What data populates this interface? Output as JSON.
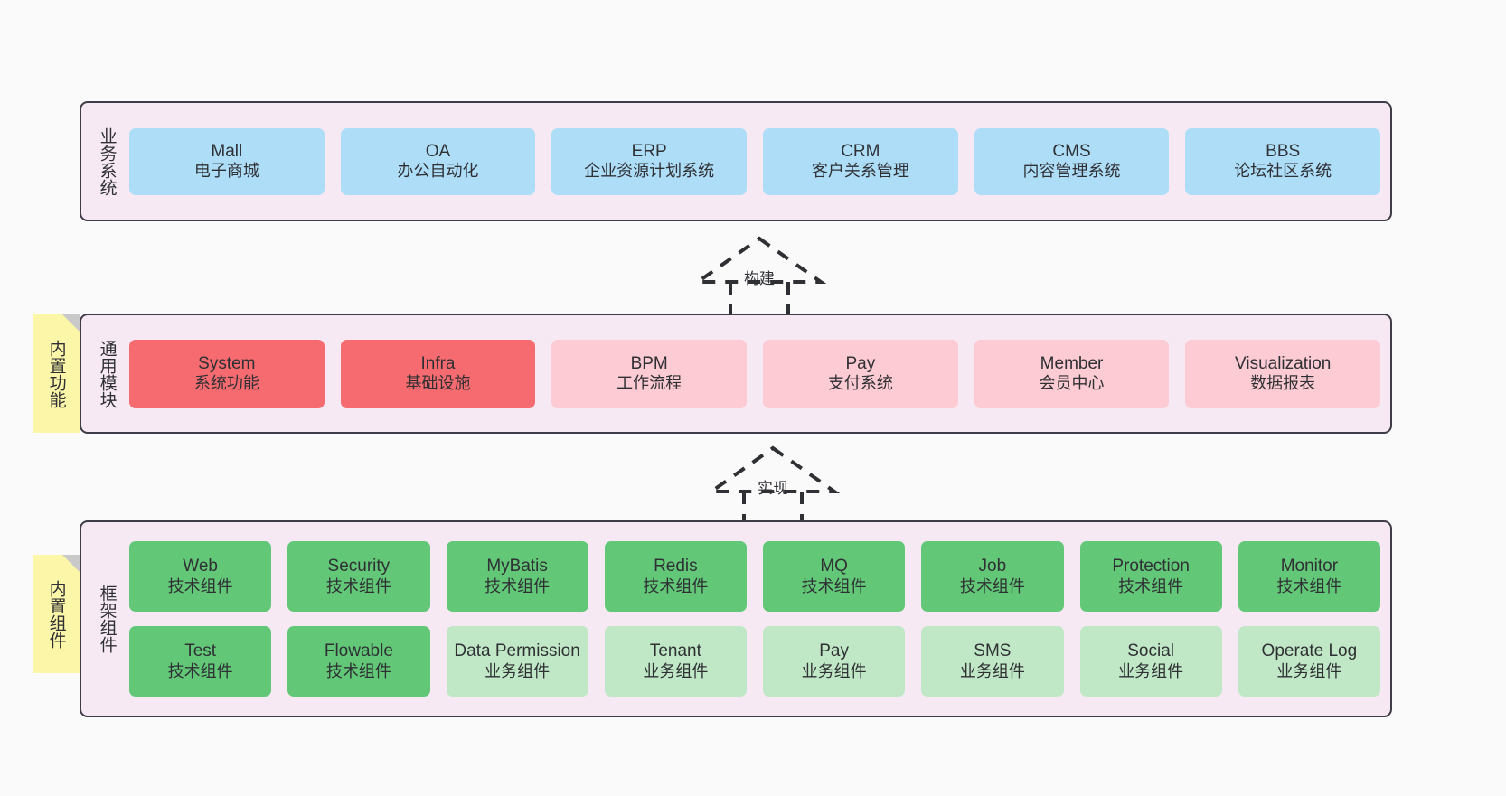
{
  "diagram": {
    "title": "ruoyi-vue-pro architecture layers",
    "palette": {
      "canvas_bg": "#fafafa",
      "layer_bg": "#f6e9f3",
      "layer_border": "#3f3b47",
      "blue": "#aeddf8",
      "red": "#f66b70",
      "pink": "#fccbd3",
      "green": "#62c878",
      "light_green": "#c0e8c6",
      "sticky_yellow": "#fbf6a8",
      "text": "#2f3034"
    }
  },
  "layers": [
    {
      "id": "business",
      "title": "业务系统",
      "sticky": null,
      "rows": [
        {
          "cards": [
            {
              "en": "Mall",
              "cn": "电子商城",
              "color": "blue"
            },
            {
              "en": "OA",
              "cn": "办公自动化",
              "color": "blue"
            },
            {
              "en": "ERP",
              "cn": "企业资源计划系统",
              "color": "blue"
            },
            {
              "en": "CRM",
              "cn": "客户关系管理",
              "color": "blue"
            },
            {
              "en": "CMS",
              "cn": "内容管理系统",
              "color": "blue"
            },
            {
              "en": "BBS",
              "cn": "论坛社区系统",
              "color": "blue"
            }
          ]
        }
      ]
    },
    {
      "id": "common",
      "title": "通用模块",
      "sticky": "内置功能",
      "rows": [
        {
          "cards": [
            {
              "en": "System",
              "cn": "系统功能",
              "color": "red"
            },
            {
              "en": "Infra",
              "cn": "基础设施",
              "color": "red"
            },
            {
              "en": "BPM",
              "cn": "工作流程",
              "color": "pink"
            },
            {
              "en": "Pay",
              "cn": "支付系统",
              "color": "pink"
            },
            {
              "en": "Member",
              "cn": "会员中心",
              "color": "pink"
            },
            {
              "en": "Visualization",
              "cn": "数据报表",
              "color": "pink"
            }
          ]
        }
      ]
    },
    {
      "id": "frame",
      "title": "框架组件",
      "sticky": "内置组件",
      "rows": [
        {
          "cards": [
            {
              "en": "Web",
              "cn": "技术组件",
              "color": "green"
            },
            {
              "en": "Security",
              "cn": "技术组件",
              "color": "green"
            },
            {
              "en": "MyBatis",
              "cn": "技术组件",
              "color": "green"
            },
            {
              "en": "Redis",
              "cn": "技术组件",
              "color": "green"
            },
            {
              "en": "MQ",
              "cn": "技术组件",
              "color": "green"
            },
            {
              "en": "Job",
              "cn": "技术组件",
              "color": "green"
            },
            {
              "en": "Protection",
              "cn": "技术组件",
              "color": "green"
            },
            {
              "en": "Monitor",
              "cn": "技术组件",
              "color": "green"
            }
          ]
        },
        {
          "cards": [
            {
              "en": "Test",
              "cn": "技术组件",
              "color": "green"
            },
            {
              "en": "Flowable",
              "cn": "技术组件",
              "color": "green"
            },
            {
              "en": "Data Permission",
              "cn": "业务组件",
              "color": "light_green"
            },
            {
              "en": "Tenant",
              "cn": "业务组件",
              "color": "light_green"
            },
            {
              "en": "Pay",
              "cn": "业务组件",
              "color": "light_green"
            },
            {
              "en": "SMS",
              "cn": "业务组件",
              "color": "light_green"
            },
            {
              "en": "Social",
              "cn": "业务组件",
              "color": "light_green"
            },
            {
              "en": "Operate Log",
              "cn": "业务组件",
              "color": "light_green"
            }
          ]
        }
      ]
    }
  ],
  "connectors": [
    {
      "id": "build",
      "label": "构建",
      "style": "dashed-generalization",
      "from": "common",
      "to": "business"
    },
    {
      "id": "impl",
      "label": "实现",
      "style": "dashed-generalization",
      "from": "frame",
      "to": "common"
    }
  ]
}
